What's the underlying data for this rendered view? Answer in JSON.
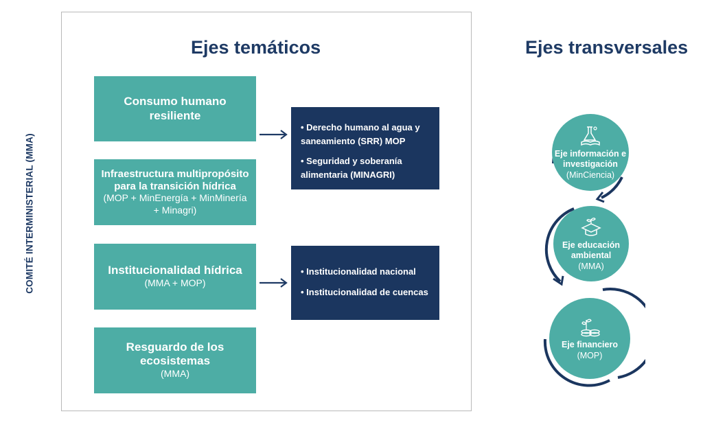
{
  "side_label": "COMITÉ INTERMINISTERIAL (MMA)",
  "headings": {
    "tematicos": "Ejes temáticos",
    "transversales": "Ejes transversales"
  },
  "tematicos": [
    {
      "title": "Consumo humano resiliente",
      "subtitle": ""
    },
    {
      "title": "Infraestructura multipropósito para la transición hídrica",
      "subtitle": "(MOP + MinEnergía + MinMinería + Minagri)"
    },
    {
      "title": "Institucionalidad hídrica",
      "subtitle": "(MMA +  MOP)"
    },
    {
      "title": "Resguardo de los ecosistemas",
      "subtitle": "(MMA)"
    }
  ],
  "detail_boxes": [
    {
      "items": [
        "• Derecho humano al agua y saneamiento (SRR) MOP",
        "• Seguridad y soberanía alimentaria (MINAGRI)"
      ]
    },
    {
      "items": [
        "• Institucionalidad nacional",
        "• Institucionalidad de cuencas"
      ]
    }
  ],
  "transversales": [
    {
      "title": "Eje información e investigación",
      "subtitle": "(MinCiencia)",
      "icon": "flask-book-icon"
    },
    {
      "title": "Eje educación ambiental",
      "subtitle": "(MMA)",
      "icon": "graduation-cap-plant-icon"
    },
    {
      "title": "Eje financiero",
      "subtitle": "(MOP)",
      "icon": "coins-plant-icon"
    }
  ],
  "colors": {
    "teal": "#4dada5",
    "navy": "#1b365f",
    "heading": "#1e3a64"
  }
}
